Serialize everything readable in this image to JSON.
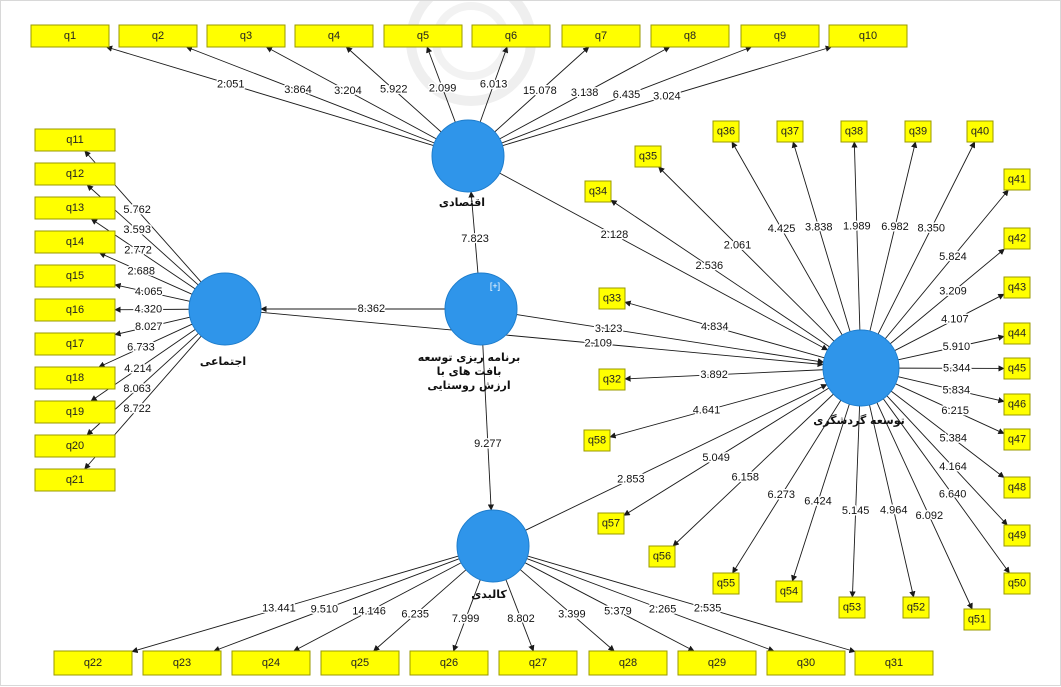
{
  "nodes": [
    {
      "id": "econ",
      "label": "اقتصادی"
    },
    {
      "id": "social",
      "label": "اجتماعی"
    },
    {
      "id": "prog",
      "label": "برنامه ریزی توسعه بافت های با ارزش روستایی",
      "badge": "[+]"
    },
    {
      "id": "tour",
      "label": "توسعه گردشگری"
    },
    {
      "id": "phys",
      "label": "کالبدی"
    }
  ],
  "indicators": [
    "q1",
    "q2",
    "q3",
    "q4",
    "q5",
    "q6",
    "q7",
    "q8",
    "q9",
    "q10",
    "q11",
    "q12",
    "q13",
    "q14",
    "q15",
    "q16",
    "q17",
    "q18",
    "q19",
    "q20",
    "q21",
    "q22",
    "q23",
    "q24",
    "q25",
    "q26",
    "q27",
    "q28",
    "q29",
    "q30",
    "q31",
    "q32",
    "q33",
    "q34",
    "q35",
    "q36",
    "q37",
    "q38",
    "q39",
    "q40",
    "q41",
    "q42",
    "q43",
    "q44",
    "q45",
    "q46",
    "q47",
    "q48",
    "q49",
    "q50",
    "q51",
    "q52",
    "q53",
    "q54",
    "q55",
    "q56",
    "q57",
    "q58"
  ],
  "edges": [
    {
      "from": "econ",
      "to": "q1",
      "value": "2.051"
    },
    {
      "from": "econ",
      "to": "q2",
      "value": "3.864"
    },
    {
      "from": "econ",
      "to": "q3",
      "value": "3.204"
    },
    {
      "from": "econ",
      "to": "q4",
      "value": "5.922"
    },
    {
      "from": "econ",
      "to": "q5",
      "value": "2.099"
    },
    {
      "from": "econ",
      "to": "q6",
      "value": "6.013"
    },
    {
      "from": "econ",
      "to": "q7",
      "value": "15.078"
    },
    {
      "from": "econ",
      "to": "q8",
      "value": "3.138"
    },
    {
      "from": "econ",
      "to": "q9",
      "value": "6.435"
    },
    {
      "from": "econ",
      "to": "q10",
      "value": "3.024"
    },
    {
      "from": "social",
      "to": "q12",
      "value": "3.593"
    },
    {
      "from": "social",
      "to": "q13",
      "value": "2.772"
    },
    {
      "from": "social",
      "to": "q14",
      "value": "2.688"
    },
    {
      "from": "social",
      "to": "q15",
      "value": "4.065"
    },
    {
      "from": "social",
      "to": "q16",
      "value": "4.320"
    },
    {
      "from": "social",
      "to": "q17",
      "value": "8.027"
    },
    {
      "from": "social",
      "to": "q18",
      "value": "6.733"
    },
    {
      "from": "social",
      "to": "q19",
      "value": "4.214"
    },
    {
      "from": "social",
      "to": "q20",
      "value": "8.063"
    },
    {
      "from": "social",
      "to": "q21",
      "value": "8.722"
    },
    {
      "from": "social",
      "to": "q11",
      "value": "5.762"
    },
    {
      "from": "phys",
      "to": "q22",
      "value": "13.441"
    },
    {
      "from": "phys",
      "to": "q23",
      "value": "9.510"
    },
    {
      "from": "phys",
      "to": "q24",
      "value": "14.146"
    },
    {
      "from": "phys",
      "to": "q25",
      "value": "6.235"
    },
    {
      "from": "phys",
      "to": "q26",
      "value": "7.999"
    },
    {
      "from": "phys",
      "to": "q27",
      "value": "8.802"
    },
    {
      "from": "phys",
      "to": "q28",
      "value": "3.399"
    },
    {
      "from": "phys",
      "to": "q29",
      "value": "5.379"
    },
    {
      "from": "phys",
      "to": "q30",
      "value": "2.265"
    },
    {
      "from": "phys",
      "to": "q31",
      "value": "2.535"
    },
    {
      "from": "tour",
      "to": "q32",
      "value": "3.892"
    },
    {
      "from": "tour",
      "to": "q33",
      "value": "4.834"
    },
    {
      "from": "tour",
      "to": "q34",
      "value": "2.536"
    },
    {
      "from": "tour",
      "to": "q35",
      "value": "2.061"
    },
    {
      "from": "tour",
      "to": "q36",
      "value": "4.425"
    },
    {
      "from": "tour",
      "to": "q37",
      "value": "3.838"
    },
    {
      "from": "tour",
      "to": "q38",
      "value": "1.989"
    },
    {
      "from": "tour",
      "to": "q39",
      "value": "6.982"
    },
    {
      "from": "tour",
      "to": "q40",
      "value": "8.350"
    },
    {
      "from": "tour",
      "to": "q41",
      "value": "5.824"
    },
    {
      "from": "tour",
      "to": "q42",
      "value": "3.209"
    },
    {
      "from": "tour",
      "to": "q43",
      "value": "4.107"
    },
    {
      "from": "tour",
      "to": "q44",
      "value": "5.910"
    },
    {
      "from": "tour",
      "to": "q45",
      "value": "5.344"
    },
    {
      "from": "tour",
      "to": "q46",
      "value": "5.834"
    },
    {
      "from": "tour",
      "to": "q47",
      "value": "6.215"
    },
    {
      "from": "tour",
      "to": "q48",
      "value": "5.384"
    },
    {
      "from": "tour",
      "to": "q49",
      "value": "4.164"
    },
    {
      "from": "tour",
      "to": "q50",
      "value": "6.640"
    },
    {
      "from": "tour",
      "to": "q51",
      "value": "6.092"
    },
    {
      "from": "tour",
      "to": "q52",
      "value": "4.964"
    },
    {
      "from": "tour",
      "to": "q53",
      "value": "5.145"
    },
    {
      "from": "tour",
      "to": "q54",
      "value": "6.424"
    },
    {
      "from": "tour",
      "to": "q55",
      "value": "6.273"
    },
    {
      "from": "tour",
      "to": "q56",
      "value": "6.158"
    },
    {
      "from": "tour",
      "to": "q57",
      "value": "5.049"
    },
    {
      "from": "tour",
      "to": "q58",
      "value": "4.641"
    },
    {
      "from": "prog",
      "to": "econ",
      "value": "7.823"
    },
    {
      "from": "prog",
      "to": "social",
      "value": "8.362"
    },
    {
      "from": "prog",
      "to": "phys",
      "value": "9.277"
    },
    {
      "from": "prog",
      "to": "tour",
      "value": "3.123"
    },
    {
      "from": "econ",
      "to": "tour",
      "value": "2.128"
    },
    {
      "from": "social",
      "to": "tour",
      "value": "2.109"
    },
    {
      "from": "phys",
      "to": "tour",
      "value": "2.853"
    }
  ],
  "colors": {
    "indicator_fill": "#ffff00",
    "construct_fill": "#2f95ea",
    "edge": "#1a1a1a"
  }
}
